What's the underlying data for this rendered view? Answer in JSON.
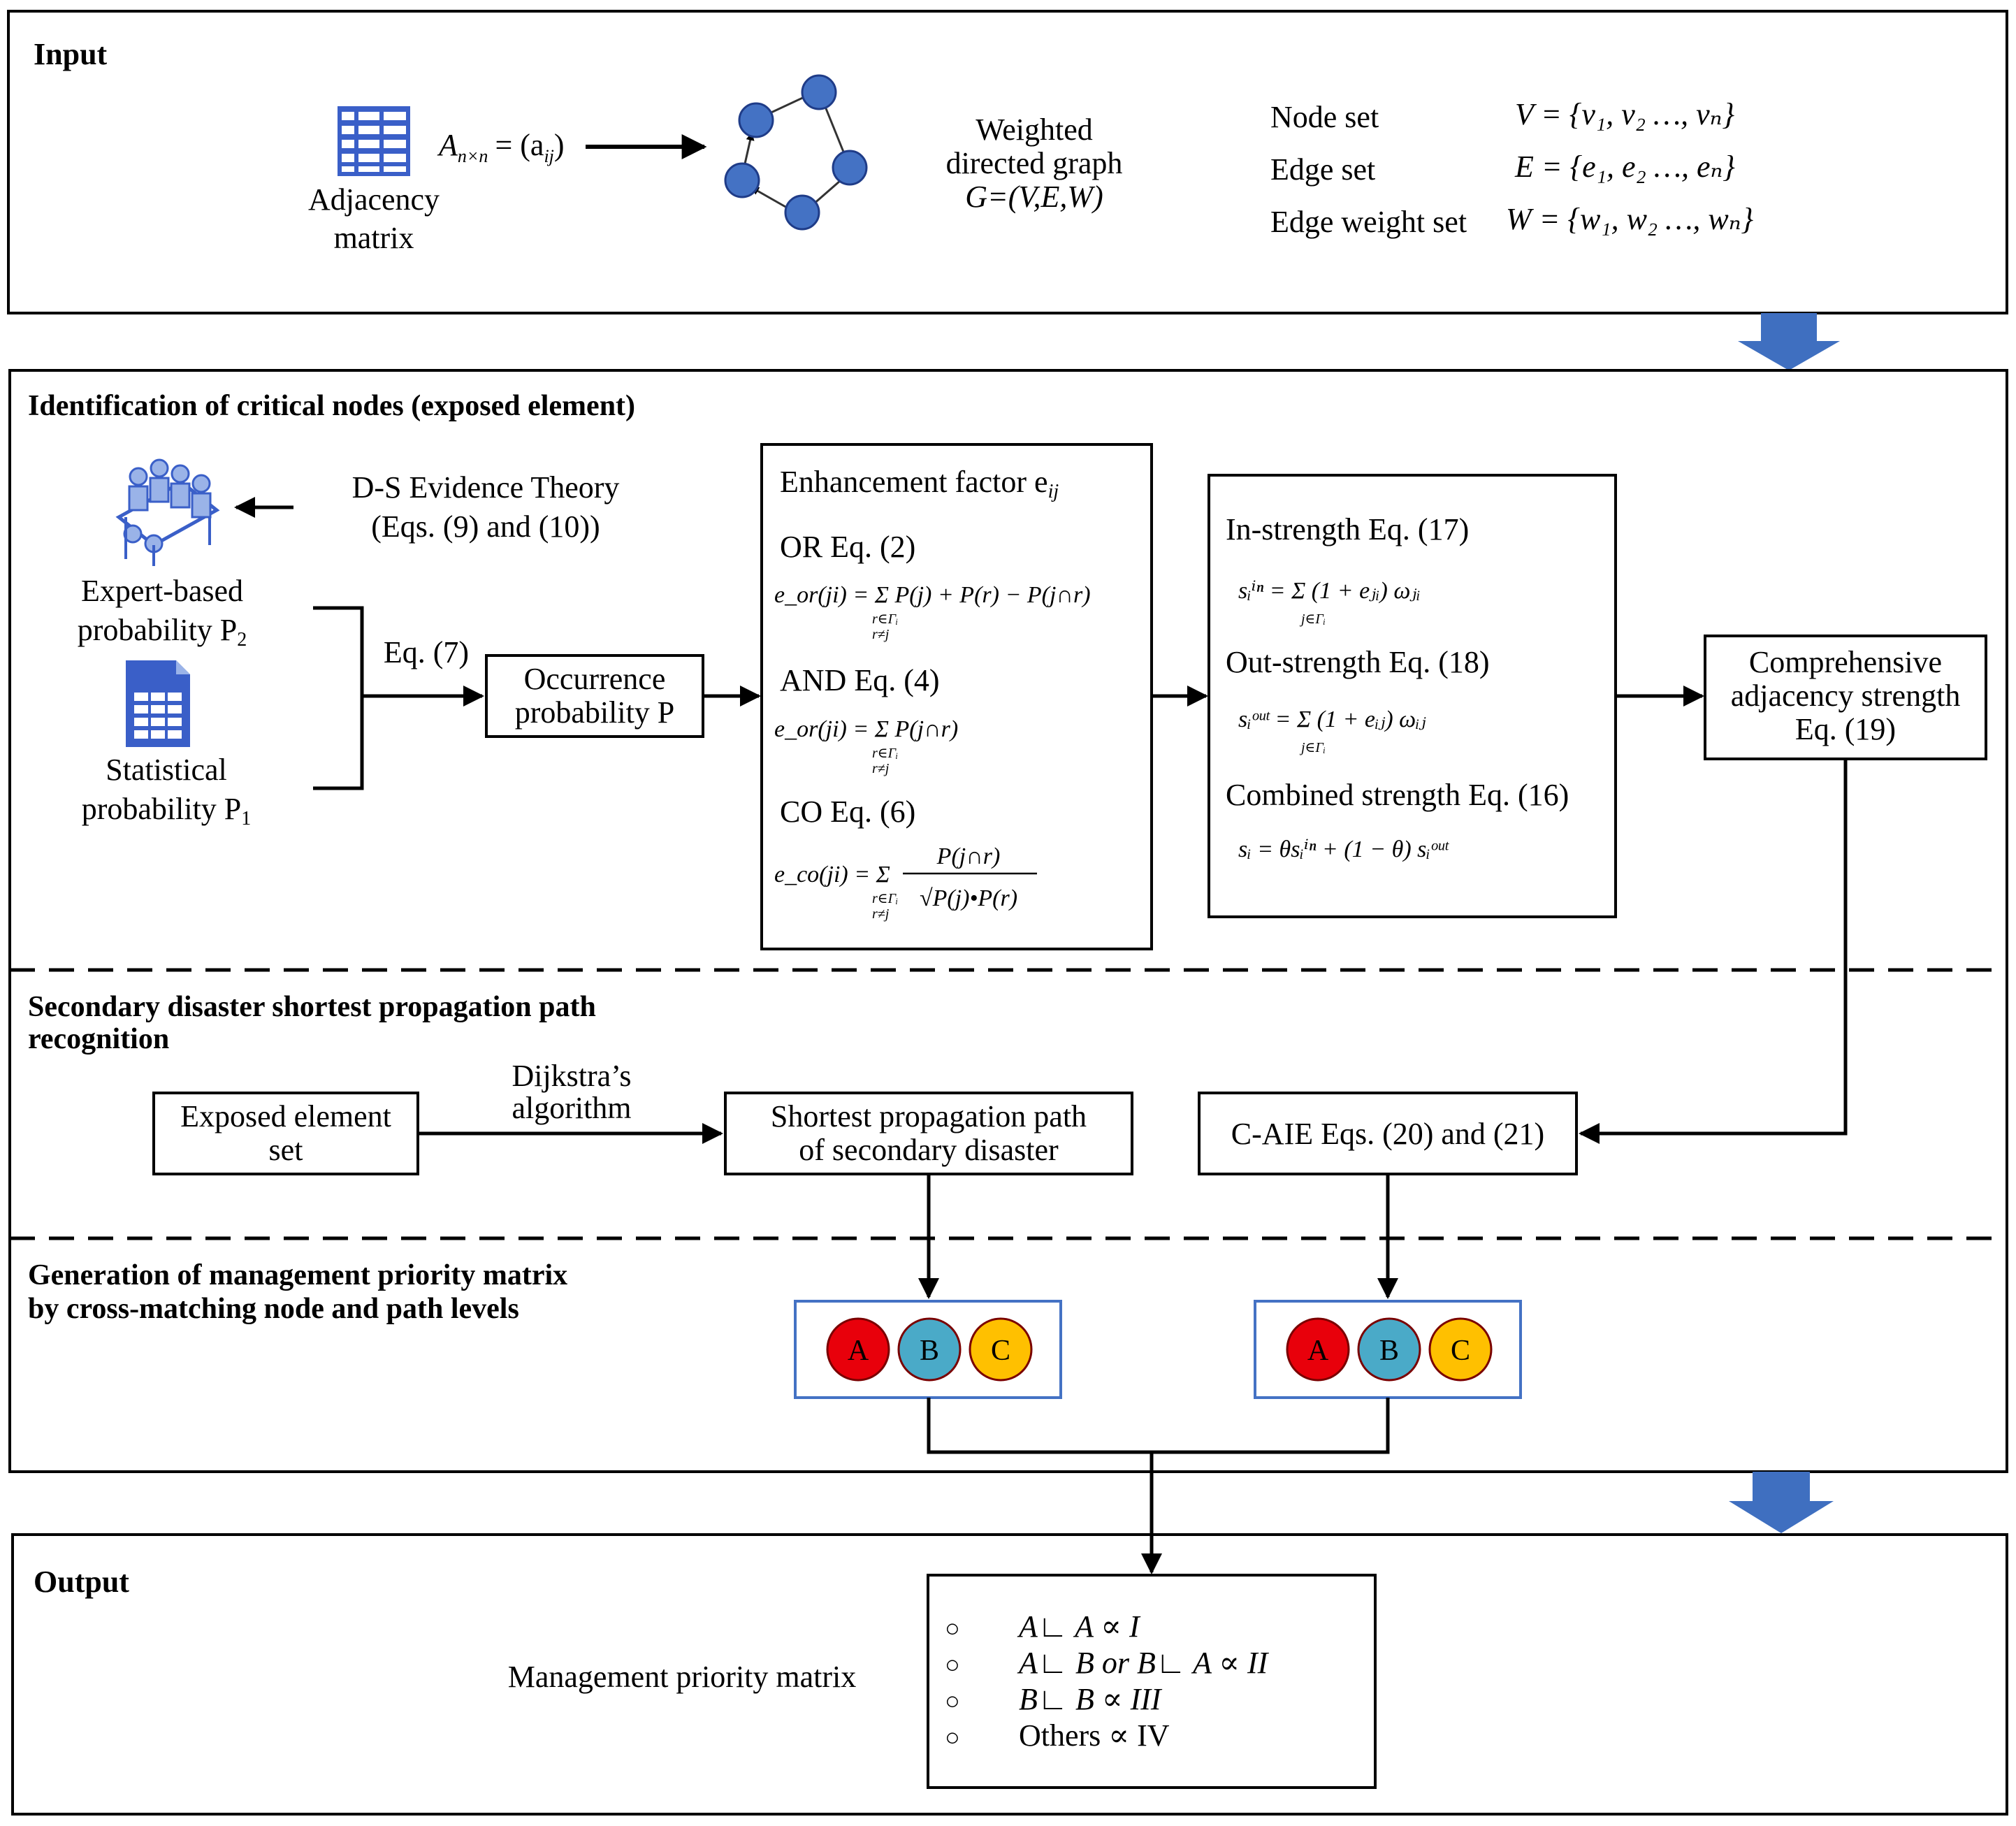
{
  "input": {
    "title": "Input",
    "matrix_label_1": "Adjacency",
    "matrix_label_2": "matrix",
    "matrix_formula_A": "A",
    "matrix_formula_sub": "n×n",
    "matrix_formula_rhs": "= (a",
    "matrix_formula_rhs_sub": "ij",
    "matrix_formula_close": ")",
    "graph_label_1": "Weighted",
    "graph_label_2": "directed graph",
    "graph_label_3": "G=(V,E,W)",
    "node_set_label": "Node set",
    "edge_set_label": "Edge set",
    "weight_set_label": "Edge weight set",
    "node_set_formula": "V = {v₁, v₂ …, vₙ}",
    "edge_set_formula": "E = {e₁, e₂ …, eₙ}",
    "weight_set_formula": "W = {w₁, w₂ …, wₙ}"
  },
  "identification": {
    "title": "Identification of critical nodes (exposed element)",
    "ds_theory_1": "D-S Evidence Theory",
    "ds_theory_2": "(Eqs. (9) and (10))",
    "expert_1": "Expert-based",
    "expert_2": "probability P",
    "expert_sub": "2",
    "statistical_1": "Statistical",
    "statistical_2": "probability P",
    "statistical_sub": "1",
    "eq7_label": "Eq. (7)",
    "occurrence_1": "Occurrence",
    "occurrence_2": "probability P",
    "enhancement_title": "Enhancement factor e",
    "enhancement_sub": "ij",
    "or_label": "OR Eq. (2)",
    "or_formula": "e_or(ji) = Σ P(j) + P(r) − P(j∩r)",
    "and_label": "AND Eq. (4)",
    "and_formula": "e_or(ji) = Σ P(j∩r)",
    "co_label": "CO Eq. (6)",
    "co_formula_lhs": "e_co(ji) = Σ",
    "co_formula_num": "P(j∩r)",
    "co_formula_den": "√P(j)•P(r)",
    "sum_under_1": "r∈Γᵢ",
    "sum_under_2": "r≠j",
    "sum_under_j": "j∈Γᵢ",
    "in_strength_label": "In-strength Eq. (17)",
    "in_strength_formula": "sᵢⁱⁿ = Σ (1 + eⱼᵢ) ωⱼᵢ",
    "out_strength_label": "Out-strength Eq. (18)",
    "out_strength_formula": "sᵢᵒᵘᵗ = Σ (1 + eᵢⱼ) ωᵢⱼ",
    "combined_label": "Combined strength Eq. (16)",
    "combined_formula": "sᵢ = θsᵢⁱⁿ + (1 − θ) sᵢᵒᵘᵗ",
    "comprehensive_1": "Comprehensive",
    "comprehensive_2": "adjacency strength",
    "comprehensive_3": "Eq. (19)"
  },
  "secondary": {
    "title_1": "Secondary disaster shortest propagation path",
    "title_2": "recognition",
    "exposed_1": "Exposed element",
    "exposed_2": "set",
    "dijkstra_1": "Dijkstra’s",
    "dijkstra_2": "algorithm",
    "shortest_1": "Shortest propagation path",
    "shortest_2": "of secondary disaster",
    "caie_label": "C-AIE Eqs. (20) and (21)"
  },
  "generation": {
    "title_1": "Generation of management priority matrix",
    "title_2": "by cross-matching node and path levels",
    "levels": [
      "A",
      "B",
      "C"
    ]
  },
  "output": {
    "title": "Output",
    "matrix_label": "Management priority matrix",
    "rules": [
      {
        "bullet": "○",
        "text": "A∟  A ∝  I"
      },
      {
        "bullet": "○",
        "text": "A∟  B or B∟  A ∝  II"
      },
      {
        "bullet": "○",
        "text": "B∟  B ∝  III"
      },
      {
        "bullet": "○",
        "text": "Others ∝  IV"
      }
    ]
  },
  "colors": {
    "level_a": "#e8000b",
    "level_b": "#4aaac8",
    "level_c": "#ffc000",
    "icon_blue": "#3a5fc8",
    "flow_arrow": "#3f6fc0",
    "level_box_border": "#4472c4"
  }
}
